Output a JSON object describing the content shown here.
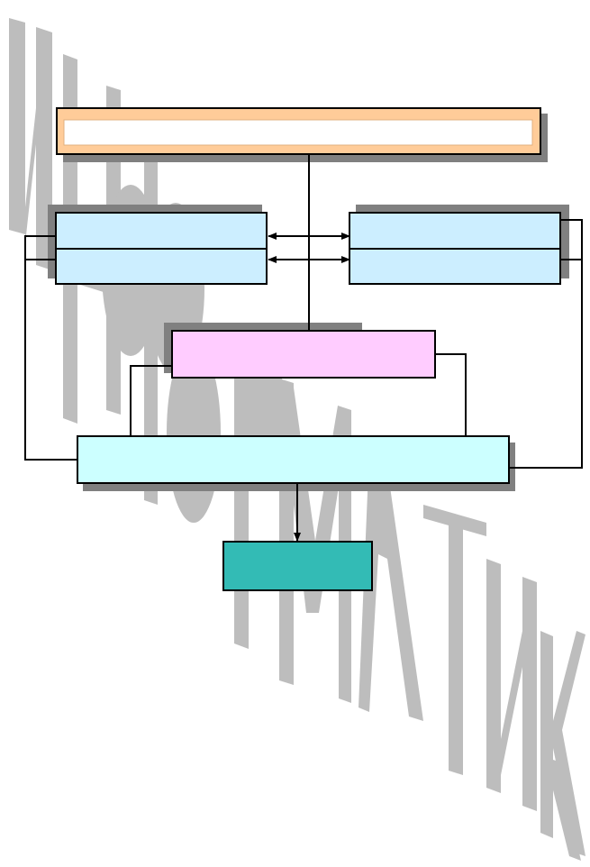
{
  "watermark": {
    "text": "Информатика",
    "color": "#bdbdbd"
  },
  "diagram": {
    "boxes": [
      {
        "id": "top-box",
        "label": "",
        "fill": "#ffcc99",
        "inner_fill": "#ffffff"
      },
      {
        "id": "left-box",
        "label": "",
        "fill": "#cceeff"
      },
      {
        "id": "right-box",
        "label": "",
        "fill": "#cceeff"
      },
      {
        "id": "center-box",
        "label": "",
        "fill": "#ffccff"
      },
      {
        "id": "wide-box",
        "label": "",
        "fill": "#ccffff"
      },
      {
        "id": "bottom-box",
        "label": "",
        "fill": "#33bbb5"
      }
    ],
    "colors": {
      "line": "#000000",
      "shadow": "#808080"
    }
  }
}
